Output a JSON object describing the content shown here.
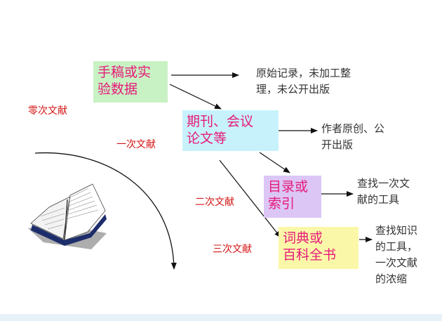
{
  "colors": {
    "box_text": "#e6197a",
    "box_manuscript": "#c9f2c4",
    "box_journal": "#c8f2fb",
    "box_catalog": "#dcc6f5",
    "box_encyclopedia": "#fbf7a8",
    "level_text": "#d41414",
    "desc_text": "#333333",
    "arrow": "#111111"
  },
  "boxes": {
    "manuscript": {
      "line1": "手稿或实",
      "line2": "验数据"
    },
    "journal": {
      "line1": "期刊、会议",
      "line2": "论文等"
    },
    "catalog": {
      "line1": "目录或",
      "line2": "索引"
    },
    "encyclopedia": {
      "line1": "词典或",
      "line2": "百科全书"
    }
  },
  "descriptions": {
    "manuscript": {
      "line1": "原始记录，未加工整",
      "line2": "理，未公开出版"
    },
    "journal": {
      "line1": "作者原创、公",
      "line2": "开出版"
    },
    "catalog": {
      "line1": "查找一次文",
      "line2": "献的工具"
    },
    "encyclopedia": {
      "line1": "查找知识",
      "line2": "的工具，",
      "line3": "一次文献",
      "line4": "的浓缩"
    }
  },
  "levels": {
    "zero": "零次文献",
    "first": "一次文献",
    "second": "二次文献",
    "third": "三次文献"
  },
  "icons": {
    "book": "open-book-icon"
  }
}
